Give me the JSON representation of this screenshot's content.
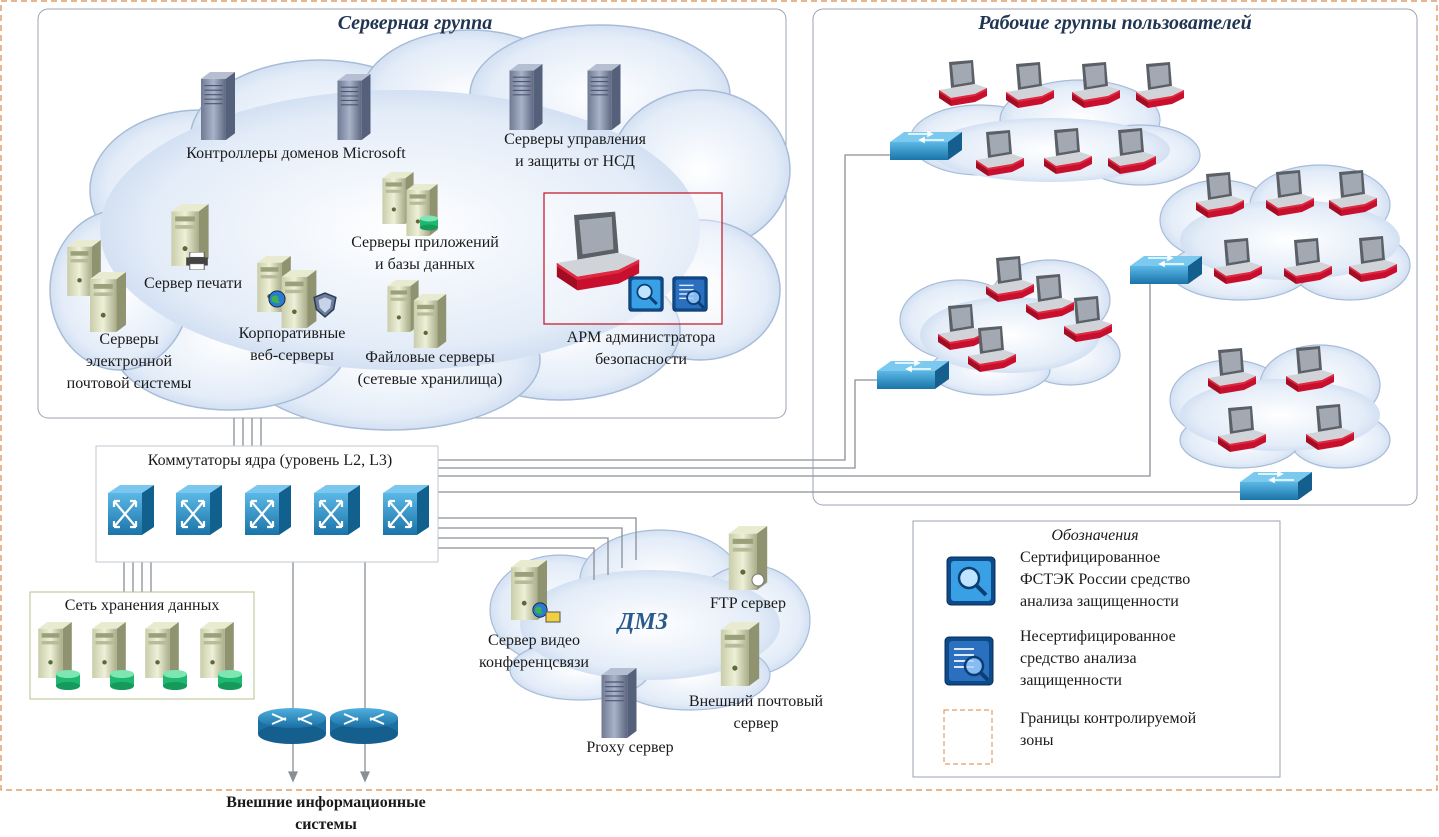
{
  "server_group": {
    "title": "Серверная группа",
    "domain_controllers": "Контроллеры доменов Microsoft",
    "mgmt_servers_l1": "Серверы управления",
    "mgmt_servers_l2": "и защиты от НСД",
    "app_servers_l1": "Серверы приложений",
    "app_servers_l2": "и базы данных",
    "print_server": "Сервер печати",
    "mail_servers_l1": "Серверы",
    "mail_servers_l2": "электронной",
    "mail_servers_l3": "почтовой системы",
    "web_servers_l1": "Корпоративные",
    "web_servers_l2": "веб-серверы",
    "file_servers_l1": "Файловые серверы",
    "file_servers_l2": "(сетевые хранилища)",
    "admin_ws_l1": "АРМ администратора",
    "admin_ws_l2": "безопасности"
  },
  "user_groups": {
    "title": "Рабочие группы пользователей"
  },
  "core": {
    "title": "Коммутаторы ядра (уровень L2, L3)"
  },
  "storage": {
    "title": "Сеть хранения данных"
  },
  "dmz": {
    "title": "ДМЗ",
    "ftp": "FTP сервер",
    "video_l1": "Сервер видео",
    "video_l2": "конференцсвязи",
    "mail_l1": "Внешний почтовый",
    "mail_l2": "сервер",
    "proxy": "Proxy сервер"
  },
  "external": {
    "l1": "Внешние информационные",
    "l2": "системы"
  },
  "legend": {
    "title": "Обозначения",
    "cert_l1": "Сертифицированное",
    "cert_l2": "ФСТЭК России средство",
    "cert_l3": "анализа защищенности",
    "noncert_l1": "Несертифицированное",
    "noncert_l2": "средство анализа",
    "noncert_l3": "защищенности",
    "zone_l1": "Границы контролируемой",
    "zone_l2": "зоны"
  },
  "colors": {
    "cloud_edge": "#a7bcd8",
    "switch": "#2e8fc7",
    "laptop_base": "#c8102e",
    "zone_border": "#d98a4a"
  }
}
